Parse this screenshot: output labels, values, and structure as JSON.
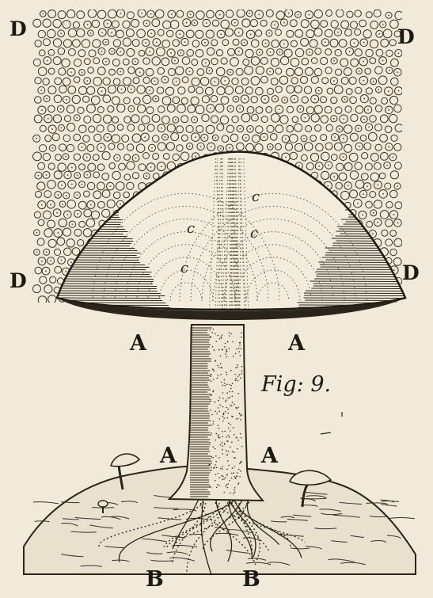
{
  "figure": {
    "caption": "Fig: 9.",
    "labels": {
      "spore_cloud_top_left": "D",
      "spore_cloud_top_right": "D",
      "spore_cloud_left": "D",
      "spore_cloud_right": "D",
      "cap_rim_left": "A",
      "cap_rim_right": "A",
      "stem_base_left": "A",
      "stem_base_right": "A",
      "root_left": "B",
      "root_right": "B",
      "gill_top_right": "c",
      "gill_mid_left": "c",
      "gill_mid_right": "c",
      "gill_lower_left": "c"
    }
  }
}
